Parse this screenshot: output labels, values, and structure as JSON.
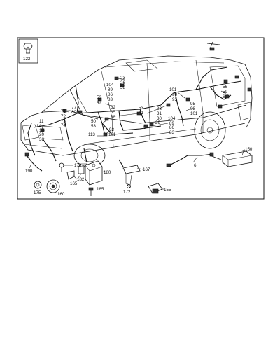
{
  "diagram": {
    "inset_label": "122",
    "callouts": [
      {
        "id": "c23",
        "text": "23"
      },
      {
        "id": "c26",
        "text": "26"
      },
      {
        "id": "c38a",
        "text": "38"
      },
      {
        "id": "c104a",
        "text": "104"
      },
      {
        "id": "c89a",
        "text": "89"
      },
      {
        "id": "c86a",
        "text": "86"
      },
      {
        "id": "c83a",
        "text": "83"
      },
      {
        "id": "c53a",
        "text": "53"
      },
      {
        "id": "c47",
        "text": "47"
      },
      {
        "id": "c101a",
        "text": "101"
      },
      {
        "id": "c98a",
        "text": "98"
      },
      {
        "id": "c95a",
        "text": "95"
      },
      {
        "id": "c56",
        "text": "56"
      },
      {
        "id": "c59",
        "text": "59"
      },
      {
        "id": "c62",
        "text": "62"
      },
      {
        "id": "c71",
        "text": "71"
      },
      {
        "id": "c77",
        "text": "77"
      },
      {
        "id": "c80",
        "text": "80"
      },
      {
        "id": "c72",
        "text": "72"
      },
      {
        "id": "c73",
        "text": "73"
      },
      {
        "id": "c74",
        "text": "74"
      },
      {
        "id": "c32",
        "text": "32"
      },
      {
        "id": "c35",
        "text": "35"
      },
      {
        "id": "c38b",
        "text": "38"
      },
      {
        "id": "c53b",
        "text": "53"
      },
      {
        "id": "c41",
        "text": "41"
      },
      {
        "id": "c38c",
        "text": "38"
      },
      {
        "id": "c31",
        "text": "31"
      },
      {
        "id": "c30",
        "text": "30"
      },
      {
        "id": "c29",
        "text": "29"
      },
      {
        "id": "c95b",
        "text": "95"
      },
      {
        "id": "c98b",
        "text": "98"
      },
      {
        "id": "c101b",
        "text": "101"
      },
      {
        "id": "c11",
        "text": "11"
      },
      {
        "id": "c14",
        "text": "14"
      },
      {
        "id": "c17",
        "text": "17"
      },
      {
        "id": "c20",
        "text": "20"
      },
      {
        "id": "c38d",
        "text": "38"
      },
      {
        "id": "c50",
        "text": "50"
      },
      {
        "id": "c53c",
        "text": "53"
      },
      {
        "id": "c5",
        "text": "5"
      },
      {
        "id": "c104b",
        "text": "104"
      },
      {
        "id": "c89b",
        "text": "89"
      },
      {
        "id": "c86b",
        "text": "86"
      },
      {
        "id": "c83b",
        "text": "83"
      },
      {
        "id": "c92",
        "text": "92"
      },
      {
        "id": "c101c",
        "text": "101"
      },
      {
        "id": "c113",
        "text": "113"
      },
      {
        "id": "c150",
        "text": "150"
      },
      {
        "id": "c6",
        "text": "6"
      },
      {
        "id": "c190",
        "text": "190"
      },
      {
        "id": "c170",
        "text": "170"
      },
      {
        "id": "c180",
        "text": "180"
      },
      {
        "id": "c167",
        "text": "167"
      },
      {
        "id": "c182",
        "text": "182"
      },
      {
        "id": "c165",
        "text": "165"
      },
      {
        "id": "c175",
        "text": "175"
      },
      {
        "id": "c160",
        "text": "160"
      },
      {
        "id": "c185",
        "text": "185"
      },
      {
        "id": "c172",
        "text": "172"
      },
      {
        "id": "c155",
        "text": "155"
      }
    ]
  }
}
